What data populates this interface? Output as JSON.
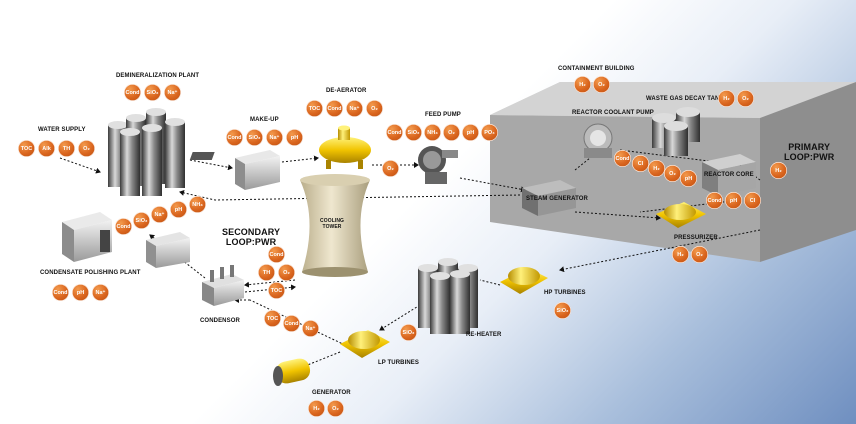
{
  "labels": {
    "water_supply": "WATER SUPPLY",
    "demineralization_plant": "DEMINERALIZATION PLANT",
    "make_up": "MAKE-UP",
    "de_aerator": "DE-AERATOR",
    "feed_pump": "FEED PUMP",
    "containment_building": "CONTAINMENT BUILDING",
    "reactor_coolant_pump": "REACTOR COOLANT PUMP",
    "waste_gas_decay_tanks": "WASTE GAS DECAY TANKS",
    "primary_loop_line1": "PRIMARY",
    "primary_loop_line2": "LOOP:PWR",
    "reactor_core": "REACTOR CORE",
    "steam_generator": "STEAM GENERATOR",
    "pressurizer": "PRESSURIZER",
    "secondary_loop_line1": "SECONDARY",
    "secondary_loop_line2": "LOOP:PWR",
    "cooling_tower_line1": "COOLING",
    "cooling_tower_line2": "TOWER",
    "condensate_polishing_plant": "CONDENSATE POLISHING PLANT",
    "condensor": "CONDENSOR",
    "hp_turbines": "HP TURBINES",
    "re_heater": "RE-HEATER",
    "lp_turbines": "LP TURBINES",
    "generator": "GENERATOR"
  },
  "badges": {
    "water_supply": [
      "TOC",
      "Alk",
      "TH",
      "O₂"
    ],
    "demineralization": [
      "Cond",
      "SiO₂",
      "Na⁺"
    ],
    "make_up": [
      "Cond",
      "SiO₂",
      "Na⁺",
      "pH"
    ],
    "de_aerator": [
      "TOC",
      "Cond",
      "Na⁺",
      "O₂"
    ],
    "de_aerator_out": [
      "O₂"
    ],
    "feed_pump": [
      "Cond",
      "SiO₂",
      "NH₃",
      "O₂",
      "pH",
      "PO₄"
    ],
    "containment": [
      "H₂",
      "O₂"
    ],
    "waste_gas": [
      "H₂",
      "O₂"
    ],
    "reactor_coolant": [
      "Cond",
      "Cl",
      "H₂",
      "O₂",
      "pH"
    ],
    "reactor_core": [
      "H₂"
    ],
    "pressurizer_in": [
      "Cond",
      "pH",
      "Cl"
    ],
    "pressurizer": [
      "H₂",
      "O₂"
    ],
    "condensate_return": [
      "Cond",
      "SiO₂",
      "Na⁺",
      "pH",
      "NH₃"
    ],
    "condensate_polishing": [
      "Cond",
      "pH",
      "Na⁺"
    ],
    "condensor_side": [
      "Cond",
      "TH",
      "O₂",
      "TOC"
    ],
    "condensor_out": [
      "TOC",
      "Cond",
      "Na⁺"
    ],
    "re_heater": [
      "SiO₂"
    ],
    "hp_turbines": [
      "SiO₂"
    ],
    "generator": [
      "H₂",
      "O₂"
    ]
  }
}
